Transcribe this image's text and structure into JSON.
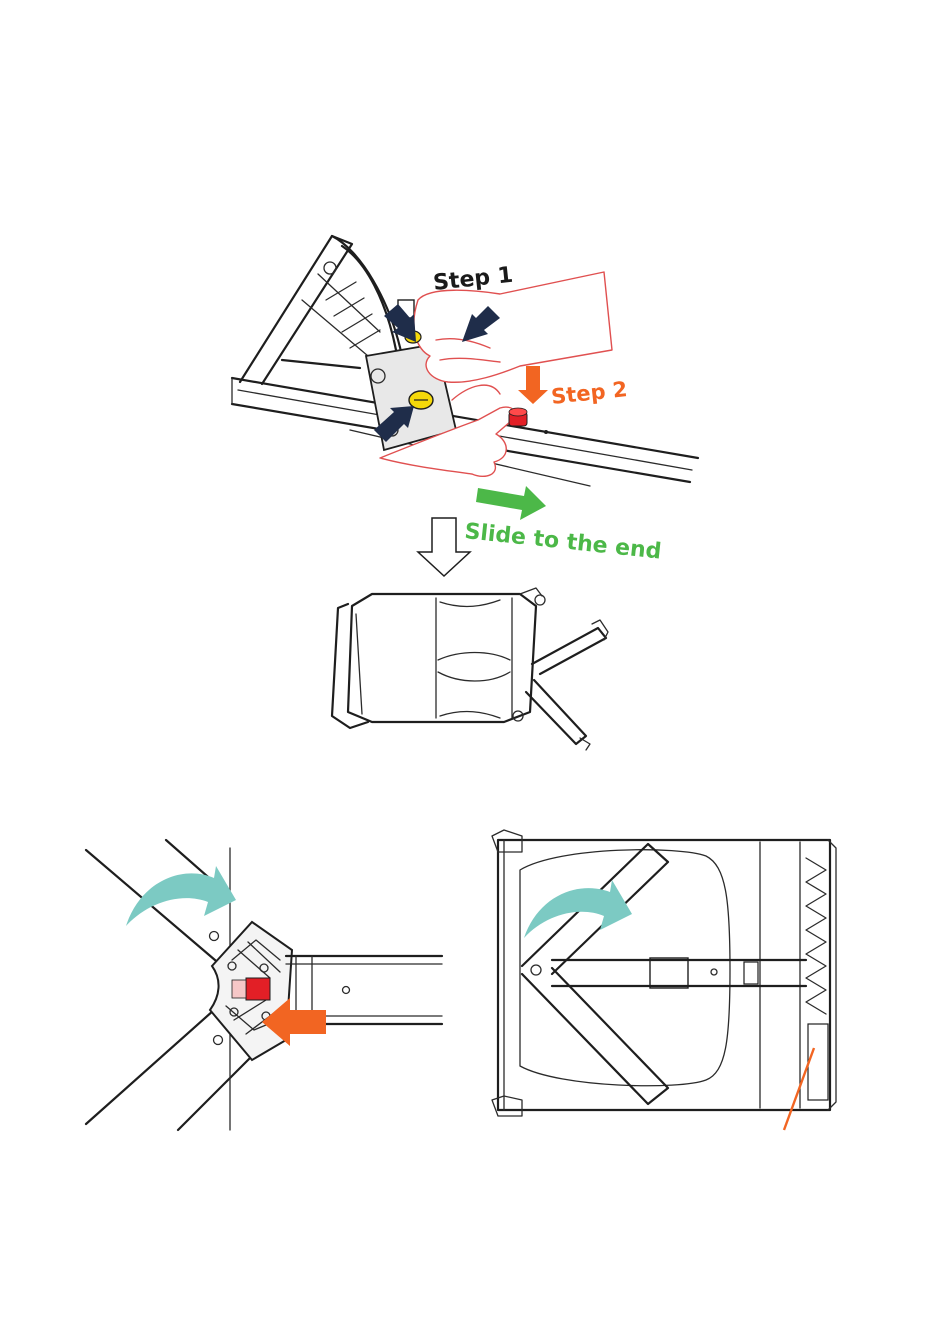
{
  "labels": {
    "step1": "Step 1",
    "step2": "Step 2",
    "slide": "Slide to the end"
  },
  "colors": {
    "navy_arrow": "#1f2d4a",
    "orange_arrow": "#f26522",
    "green_arrow": "#4cb848",
    "teal_arrow": "#7ccac3",
    "red_button": "#e21f26",
    "yellow_knob": "#f5d90a",
    "hand_outline": "#e05050",
    "line": "#1e1e1e"
  },
  "icons": {
    "rotate": "curved-arrow-icon",
    "push": "arrow-icon",
    "down": "hollow-down-arrow-icon"
  }
}
